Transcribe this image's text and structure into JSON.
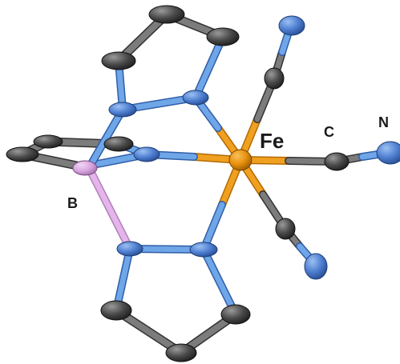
{
  "labels": {
    "fe": "Fe",
    "c": "C",
    "n": "N",
    "b": "B"
  },
  "colors": {
    "background": "#ffffff",
    "carbon": "#4a4a4a",
    "nitrogen": "#4f7fd1",
    "iron": "#e8900c",
    "boron": "#d9a6df",
    "bond_carbon": "#7c7c7c",
    "bond_nitrogen": "#6fa6e8",
    "bond_iron": "#f0a020",
    "bond_boron": "#e4b4ea"
  }
}
